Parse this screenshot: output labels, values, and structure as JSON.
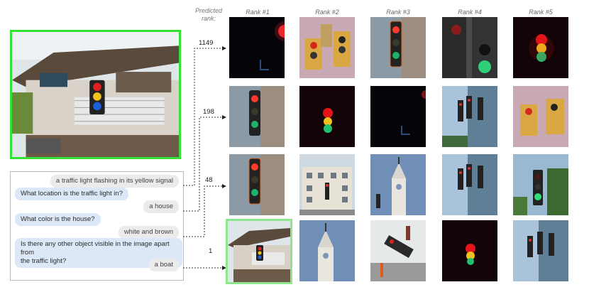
{
  "predicted_rank_label_line1": "Predicted",
  "predicted_rank_label_line2": "rank:",
  "rank_headers": [
    "Rank #1",
    "Rank #2",
    "Rank #3",
    "Rank #4",
    "Rank #5"
  ],
  "dialog": [
    {
      "kind": "answer",
      "text": "a traffic light flashing in its yellow signal"
    },
    {
      "kind": "question",
      "text": "What location is the traffic light in?"
    },
    {
      "kind": "answer",
      "text": "a house"
    },
    {
      "kind": "question",
      "text": "What color is the house?"
    },
    {
      "kind": "answer",
      "text": "white and brown"
    },
    {
      "kind": "question",
      "text": "Is there any other object visible in the image apart from",
      "text2": "the traffic light?"
    },
    {
      "kind": "answer",
      "text": "a boat"
    }
  ],
  "predicted_ranks": [
    "1149",
    "198",
    "48",
    "1"
  ],
  "colors": {
    "target_border": "#33e233",
    "hit_border": "#8ee68e",
    "question_bubble": "#dce8f7",
    "answer_bubble": "#ebebeb"
  },
  "grid": [
    [
      "red-light-dark-icon",
      "traffic-light-cluster-icon",
      "traffic-light-building-icon",
      "traffic-light-green-closeup-icon",
      "traffic-light-night-icon"
    ],
    [
      "traffic-light-building-icon",
      "traffic-light-night-icon",
      "dark-night-icon",
      "traffic-lights-glass-building-icon",
      "traffic-light-cluster-icon"
    ],
    [
      "traffic-light-building-icon",
      "apartment-building-icon",
      "church-tower-icon",
      "traffic-lights-glass-building-icon",
      "traffic-light-green-trees-icon"
    ],
    [
      "house-boat-icon",
      "church-tower-icon",
      "street-traffic-light-icon",
      "traffic-light-night-icon",
      "traffic-lights-glass-building-icon"
    ]
  ]
}
